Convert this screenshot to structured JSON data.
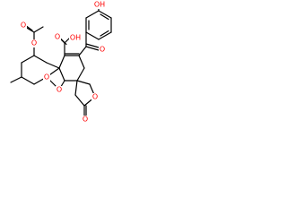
{
  "molecule": {
    "atom_labels": {
      "hydroxyl_top": "OH",
      "acetate_ester_o": "O",
      "acetate_carbonyl_o": "O",
      "acid_oh": "OH",
      "acid_carbonyl_o": "O",
      "ketone_o": "O",
      "pyran_ring_o": "O",
      "bridge_ring_o": "O",
      "lactone_ring_o": "O",
      "lactone_carbonyl_o": "O"
    },
    "colors": {
      "bond": "#000000",
      "oxygen": "#ff0000"
    }
  }
}
